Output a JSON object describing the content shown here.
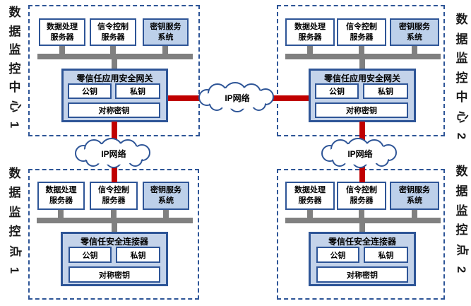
{
  "colors": {
    "border_blue": "#2e5597",
    "fill_light_blue": "#c4d3ea",
    "server_fill_blue": "#bdd0ea",
    "bus_gray": "#808080",
    "link_red": "#c00000",
    "text": "#000000"
  },
  "clouds": [
    {
      "label": "IP网络"
    },
    {
      "label": "IP网络"
    },
    {
      "label": "IP网络"
    }
  ],
  "zones": [
    {
      "name": "数据监控中心1",
      "name_chars": [
        {
          "c": "数"
        },
        {
          "c": "据"
        },
        {
          "c": "监"
        },
        {
          "c": "控"
        },
        {
          "c": "中"
        },
        {
          "c": "心",
          "rot": true
        },
        {
          "c": "1",
          "rot": true
        }
      ],
      "servers": [
        "数据处理\n服务器",
        "信令控制\n服务器",
        "密钥服务\n系统"
      ],
      "node": {
        "title": "零信任应用安全网关",
        "keys": [
          "公钥",
          "私钥",
          "对称密钥"
        ]
      }
    },
    {
      "name": "数据监控中心2",
      "name_chars": [
        {
          "c": "数"
        },
        {
          "c": "据"
        },
        {
          "c": "监"
        },
        {
          "c": "控"
        },
        {
          "c": "中"
        },
        {
          "c": "心",
          "rot": true
        },
        {
          "c": "2",
          "rot": true
        }
      ],
      "servers": [
        "数据处理\n服务器",
        "信令控制\n服务器",
        "密钥服务\n系统"
      ],
      "node": {
        "title": "零信任应用安全网关",
        "keys": [
          "公钥",
          "私钥",
          "对称密钥"
        ]
      }
    },
    {
      "name": "数据监控点1",
      "name_chars": [
        {
          "c": "数"
        },
        {
          "c": "据"
        },
        {
          "c": "监"
        },
        {
          "c": "控"
        },
        {
          "c": "点",
          "rot": true
        },
        {
          "c": "1",
          "rot": true
        }
      ],
      "servers": [
        "数据处理\n服务器",
        "信令控制\n服务器",
        "密钥服务\n系统"
      ],
      "node": {
        "title": "零信任安全连接器",
        "keys": [
          "公钥",
          "私钥",
          "对称密钥"
        ]
      }
    },
    {
      "name": "数据监控点2",
      "name_chars": [
        {
          "c": "数"
        },
        {
          "c": "据"
        },
        {
          "c": "监"
        },
        {
          "c": "控"
        },
        {
          "c": "点",
          "rot": true
        },
        {
          "c": "2",
          "rot": true
        }
      ],
      "servers": [
        "数据处理\n服务器",
        "信令控制\n服务器",
        "密钥服务\n系统"
      ],
      "node": {
        "title": "零信任安全连接器",
        "keys": [
          "公钥",
          "私钥",
          "对称密钥"
        ]
      }
    }
  ]
}
